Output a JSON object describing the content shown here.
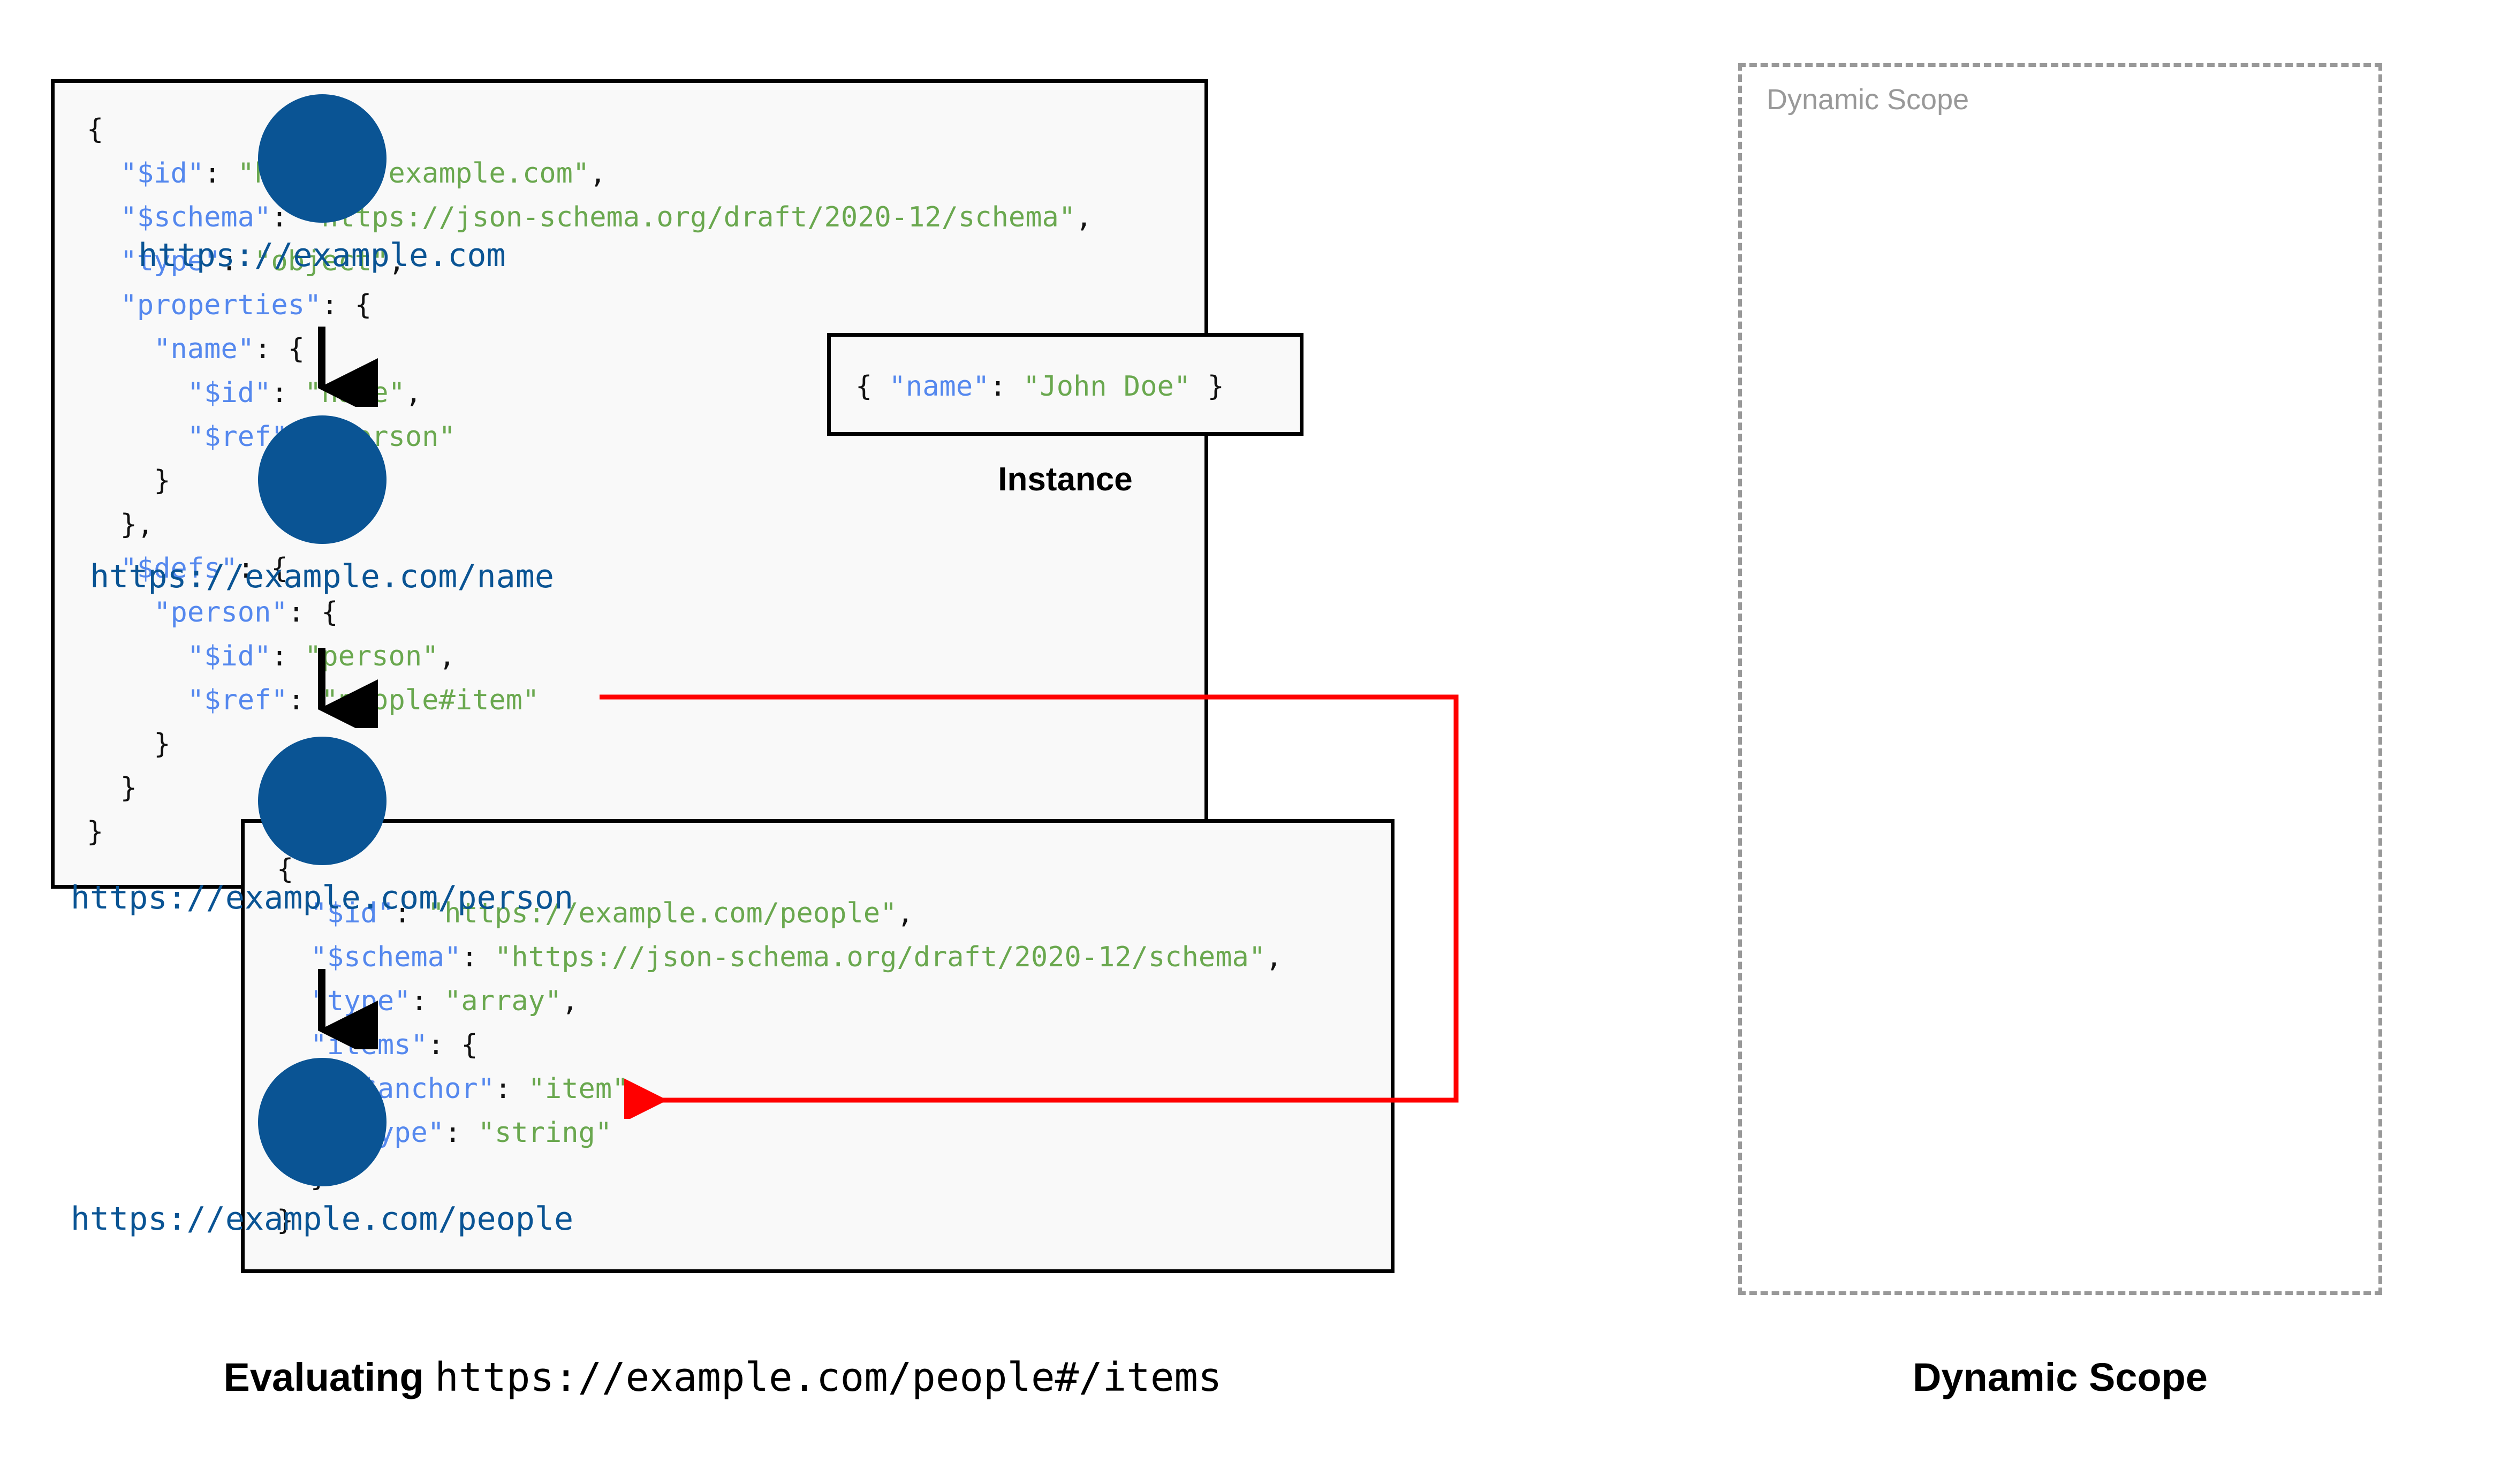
{
  "colors": {
    "key": "#5588ee",
    "string": "#6aa84f",
    "punct": "#111111",
    "node": "#0a5494",
    "scope_border": "#999999",
    "ref_arrow": "#ff0000",
    "box_border": "#000000",
    "box_fill": "#f9f9f9"
  },
  "schema_main": {
    "name": "root-schema",
    "lines": [
      {
        "indent": 0,
        "parts": [
          {
            "t": "{",
            "c": "p"
          }
        ]
      },
      {
        "indent": 1,
        "parts": [
          {
            "t": "\"$id\"",
            "c": "k"
          },
          {
            "t": ": ",
            "c": "p"
          },
          {
            "t": "\"https://example.com\"",
            "c": "s"
          },
          {
            "t": ",",
            "c": "p"
          }
        ]
      },
      {
        "indent": 1,
        "parts": [
          {
            "t": "\"$schema\"",
            "c": "k"
          },
          {
            "t": ": ",
            "c": "p"
          },
          {
            "t": "\"https://json-schema.org/draft/2020-12/schema\"",
            "c": "s"
          },
          {
            "t": ",",
            "c": "p"
          }
        ]
      },
      {
        "indent": 1,
        "parts": [
          {
            "t": "\"type\"",
            "c": "k"
          },
          {
            "t": ": ",
            "c": "p"
          },
          {
            "t": "\"object\"",
            "c": "s"
          },
          {
            "t": ",",
            "c": "p"
          }
        ]
      },
      {
        "indent": 1,
        "parts": [
          {
            "t": "\"properties\"",
            "c": "k"
          },
          {
            "t": ": {",
            "c": "p"
          }
        ]
      },
      {
        "indent": 2,
        "parts": [
          {
            "t": "\"name\"",
            "c": "k"
          },
          {
            "t": ": {",
            "c": "p"
          }
        ]
      },
      {
        "indent": 3,
        "parts": [
          {
            "t": "\"$id\"",
            "c": "k"
          },
          {
            "t": ": ",
            "c": "p"
          },
          {
            "t": "\"name\"",
            "c": "s"
          },
          {
            "t": ",",
            "c": "p"
          }
        ]
      },
      {
        "indent": 3,
        "parts": [
          {
            "t": "\"$ref\"",
            "c": "k"
          },
          {
            "t": ": ",
            "c": "p"
          },
          {
            "t": "\"person\"",
            "c": "s"
          }
        ]
      },
      {
        "indent": 2,
        "parts": [
          {
            "t": "}",
            "c": "p"
          }
        ]
      },
      {
        "indent": 1,
        "parts": [
          {
            "t": "},",
            "c": "p"
          }
        ]
      },
      {
        "indent": 1,
        "parts": [
          {
            "t": "\"$defs\"",
            "c": "k"
          },
          {
            "t": ": {",
            "c": "p"
          }
        ]
      },
      {
        "indent": 2,
        "parts": [
          {
            "t": "\"person\"",
            "c": "k"
          },
          {
            "t": ": {",
            "c": "p"
          }
        ]
      },
      {
        "indent": 3,
        "parts": [
          {
            "t": "\"$id\"",
            "c": "k"
          },
          {
            "t": ": ",
            "c": "p"
          },
          {
            "t": "\"person\"",
            "c": "s"
          },
          {
            "t": ",",
            "c": "p"
          }
        ]
      },
      {
        "indent": 3,
        "parts": [
          {
            "t": "\"$ref\"",
            "c": "k"
          },
          {
            "t": ": ",
            "c": "p"
          },
          {
            "t": "\"people#item\"",
            "c": "s"
          }
        ]
      },
      {
        "indent": 2,
        "parts": [
          {
            "t": "}",
            "c": "p"
          }
        ]
      },
      {
        "indent": 1,
        "parts": [
          {
            "t": "}",
            "c": "p"
          }
        ]
      },
      {
        "indent": 0,
        "parts": [
          {
            "t": "}",
            "c": "p"
          }
        ]
      }
    ]
  },
  "schema_people": {
    "name": "people-schema",
    "lines": [
      {
        "indent": 0,
        "parts": [
          {
            "t": "{",
            "c": "p"
          }
        ]
      },
      {
        "indent": 1,
        "parts": [
          {
            "t": "\"$id\"",
            "c": "k"
          },
          {
            "t": ": ",
            "c": "p"
          },
          {
            "t": "\"https://example.com/people\"",
            "c": "s"
          },
          {
            "t": ",",
            "c": "p"
          }
        ]
      },
      {
        "indent": 1,
        "parts": [
          {
            "t": "\"$schema\"",
            "c": "k"
          },
          {
            "t": ": ",
            "c": "p"
          },
          {
            "t": "\"https://json-schema.org/draft/2020-12/schema\"",
            "c": "s"
          },
          {
            "t": ",",
            "c": "p"
          }
        ]
      },
      {
        "indent": 1,
        "parts": [
          {
            "t": "\"type\"",
            "c": "k"
          },
          {
            "t": ": ",
            "c": "p"
          },
          {
            "t": "\"array\"",
            "c": "s"
          },
          {
            "t": ",",
            "c": "p"
          }
        ]
      },
      {
        "indent": 1,
        "parts": [
          {
            "t": "\"items\"",
            "c": "k"
          },
          {
            "t": ": {",
            "c": "p"
          }
        ]
      },
      {
        "indent": 2,
        "parts": [
          {
            "t": "\"$anchor\"",
            "c": "k"
          },
          {
            "t": ": ",
            "c": "p"
          },
          {
            "t": "\"item\"",
            "c": "s"
          },
          {
            "t": ",",
            "c": "p"
          }
        ]
      },
      {
        "indent": 2,
        "parts": [
          {
            "t": "\"type\"",
            "c": "k"
          },
          {
            "t": ": ",
            "c": "p"
          },
          {
            "t": "\"string\"",
            "c": "s"
          }
        ]
      },
      {
        "indent": 1,
        "parts": [
          {
            "t": "}",
            "c": "p"
          }
        ]
      },
      {
        "indent": 0,
        "parts": [
          {
            "t": "}",
            "c": "p"
          }
        ]
      }
    ]
  },
  "instance": {
    "caption": "Instance",
    "lines": [
      {
        "indent": 0,
        "parts": [
          {
            "t": "{ ",
            "c": "p"
          },
          {
            "t": "\"name\"",
            "c": "k"
          },
          {
            "t": ": ",
            "c": "p"
          },
          {
            "t": "\"John Doe\"",
            "c": "s"
          },
          {
            "t": " }",
            "c": "p"
          }
        ]
      }
    ]
  },
  "dynamic_scope": {
    "label": "Dynamic Scope",
    "caption": "Dynamic Scope",
    "nodes": [
      {
        "label": "https://example.com"
      },
      {
        "label": "https://example.com/name"
      },
      {
        "label": "https://example.com/person"
      },
      {
        "label": "https://example.com/people"
      }
    ]
  },
  "bottom_caption": {
    "prefix": "Evaluating ",
    "uri": "https://example.com/people#/items"
  }
}
